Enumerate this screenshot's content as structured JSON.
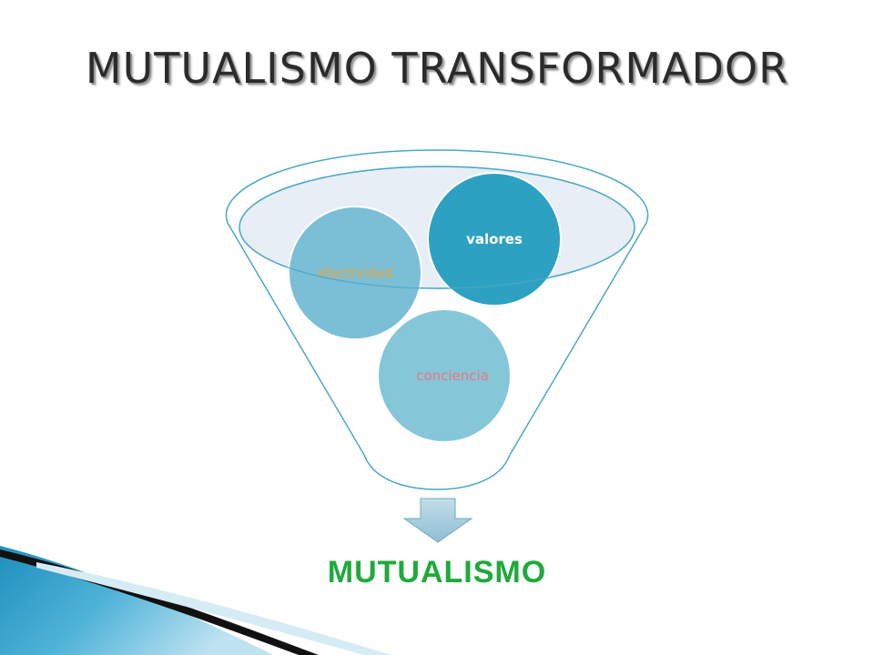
{
  "slide": {
    "title": "MUTUALISMO TRANSFORMADOR"
  },
  "diagram": {
    "circles": [
      {
        "label": "afectividad",
        "label_color": "#e8a43c",
        "fill": "#7bbfd6"
      },
      {
        "label": "valores",
        "label_color": "#ffffff",
        "fill": "#2da1c1"
      },
      {
        "label": "conciencia",
        "label_color": "#e8787a",
        "fill": "#86c6d9"
      }
    ],
    "result": {
      "label": "MUTUALISMO",
      "color": "#1faa3c"
    }
  },
  "colors": {
    "funnel_outline": "#4ba8c6",
    "funnel_rim_fill": "#e7eef5",
    "arrow_fill": "#a9cde0",
    "corner_accent": "#2a9ec9"
  }
}
